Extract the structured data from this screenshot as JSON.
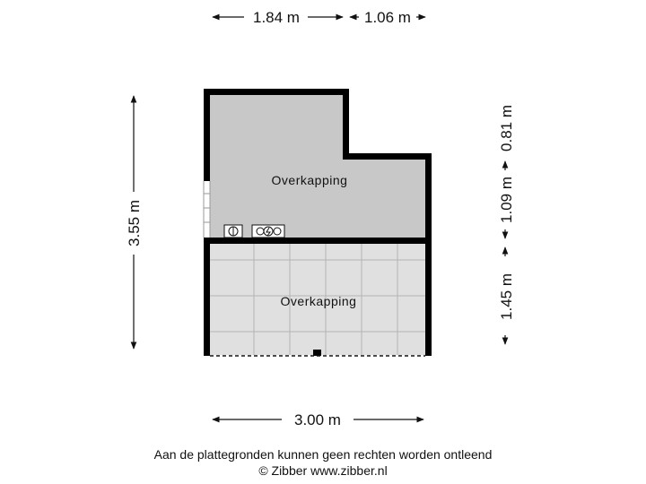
{
  "dimensions": {
    "top_left": "1.84 m",
    "top_right": "1.06 m",
    "left": "3.55 m",
    "right_top": "0.81 m",
    "right_middle": "1.09 m",
    "right_bottom": "1.45 m",
    "bottom": "3.00 m"
  },
  "rooms": {
    "upper": "Overkapping",
    "lower": "Overkapping"
  },
  "footer": {
    "disclaimer": "Aan de plattegronden kunnen geen rechten worden ontleend",
    "copyright": "© Zibber www.zibber.nl"
  },
  "colors": {
    "wall": "#000000",
    "upper_floor": "#c8c8c8",
    "lower_floor": "#e0e0e0",
    "tile_lines": "#b4b4b4"
  }
}
